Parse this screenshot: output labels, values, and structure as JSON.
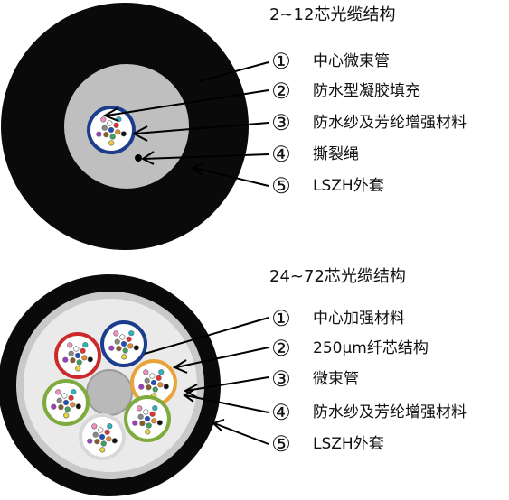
{
  "top": {
    "title": "2~12芯光缆结构",
    "items": [
      {
        "num": "①",
        "label": "中心微束管"
      },
      {
        "num": "②",
        "label": "防水型凝胶填充"
      },
      {
        "num": "③",
        "label": "防水纱及芳纶增强材料"
      },
      {
        "num": "④",
        "label": "撕裂绳"
      },
      {
        "num": "⑤",
        "label": "LSZH外套"
      }
    ]
  },
  "bottom": {
    "title": "24~72芯光缆结构",
    "items": [
      {
        "num": "①",
        "label": "中心加强材料"
      },
      {
        "num": "②",
        "label": "250μm纤芯结构"
      },
      {
        "num": "③",
        "label": "微束管"
      },
      {
        "num": "④",
        "label": "防水纱及芳纶增强材料"
      },
      {
        "num": "⑤",
        "label": "LSZH外套"
      }
    ]
  },
  "colors": {
    "jacket": "#0a0a0a",
    "top_inner": "#bfbfbf",
    "top_tube_ring": "#1c3d8c",
    "bottom_layer": "#c9c9c9",
    "bottom_inner": "#e9e9e9",
    "strength_member": "#b9b9b9",
    "tube_rings": [
      "#cc2a2a",
      "#1c3d8c",
      "#e8a43a",
      "#7faa3e",
      "#7faa3e",
      "#d8d8d8"
    ]
  }
}
